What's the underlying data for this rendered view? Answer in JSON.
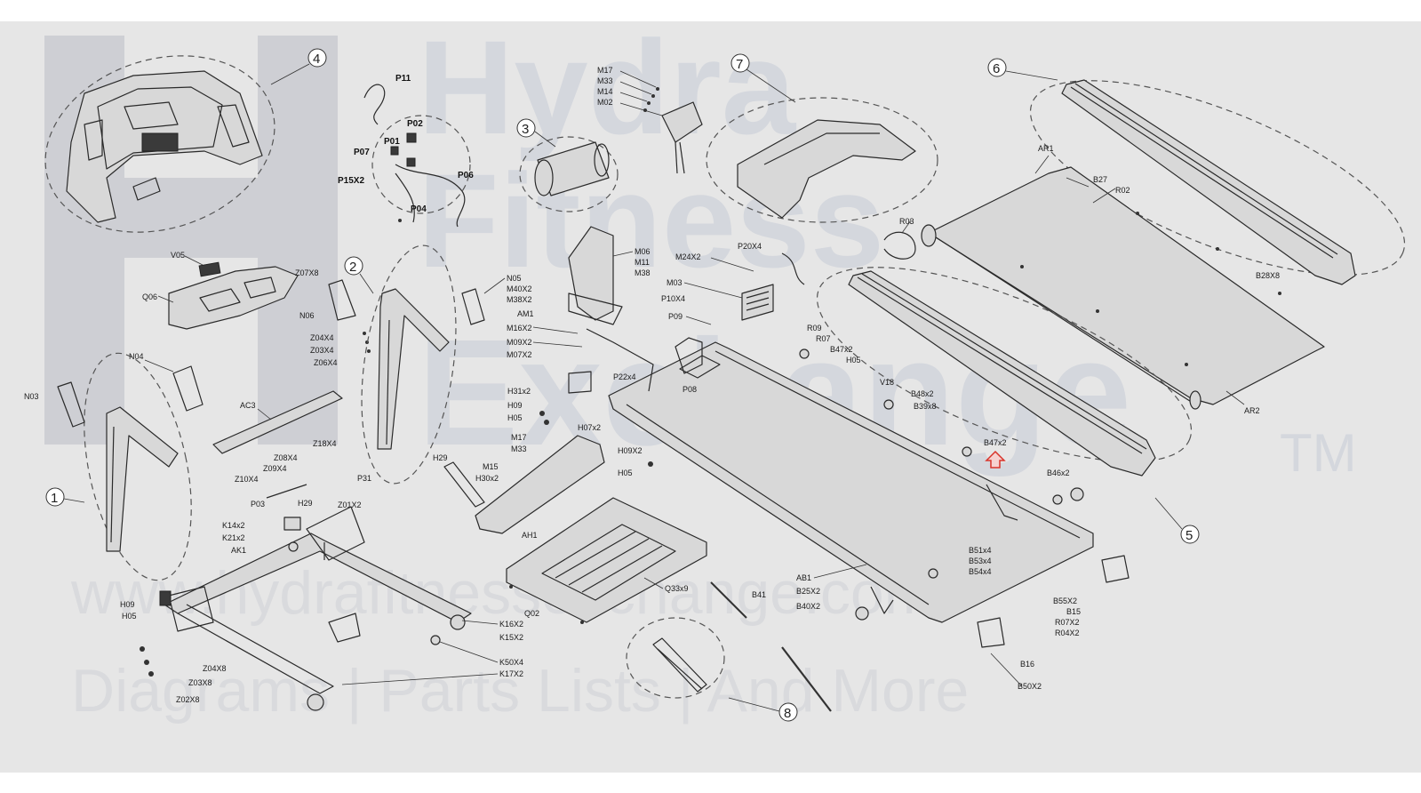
{
  "watermark": {
    "hydra": "Hydra",
    "fitness": "Fitness",
    "exchange": "Exchange",
    "trademark": "TM",
    "url": "www.hydrafitnessexchange.com",
    "tagline": "Diagrams | Parts Lists | And More"
  },
  "assembly_groups": [
    "1",
    "2",
    "3",
    "4",
    "5",
    "6",
    "7",
    "8"
  ],
  "labels": {
    "P11": "P11",
    "P02": "P02",
    "P01": "P01",
    "P07": "P07",
    "P06": "P06",
    "P15X2": "P15X2",
    "P04": "P04",
    "M17a": "M17",
    "M33a": "M33",
    "M14": "M14",
    "M02": "M02",
    "AR1": "AR1",
    "B27": "B27",
    "R02": "R02",
    "R03": "R03",
    "P20X4": "P20X4",
    "B28X8": "B28X8",
    "AR2": "AR2",
    "V05": "V05",
    "Z07X8": "Z07X8",
    "Q06": "Q06",
    "N06": "N06",
    "Z04X4a": "Z04X4",
    "Z03X4": "Z03X4",
    "Z06X4": "Z06X4",
    "N05": "N05",
    "M40X2": "M40X2",
    "M38X2": "M38X2",
    "AM1": "AM1",
    "M16X2": "M16X2",
    "M09X2a": "M09X2",
    "M07X2": "M07X2",
    "M06": "M06",
    "M11": "M11",
    "M38": "M38",
    "M24X2": "M24X2",
    "M03": "M03",
    "P10X4": "P10X4",
    "P09": "P09",
    "R09": "R09",
    "R07": "R07",
    "B47x2a": "B47x2",
    "H05a": "H05",
    "V18": "V18",
    "P08": "P08",
    "B48x2": "B48x2",
    "B39x8": "B39x8",
    "B47x2b": "B47x2",
    "B46x2": "B46x2",
    "N04": "N04",
    "N03": "N03",
    "AC3": "AC3",
    "Z18X4": "Z18X4",
    "Z08X4": "Z08X4",
    "Z09X4": "Z09X4",
    "Z10X4": "Z10X4",
    "P31": "P31",
    "P03": "P03",
    "H31x2": "H31x2",
    "H09a": "H09",
    "H05b": "H05",
    "P22x4": "P22x4",
    "H07x2": "H07x2",
    "M17b": "M17",
    "M33b": "M33",
    "H09X2": "H09X2",
    "H05c": "H05",
    "H29a": "H29",
    "M15": "M15",
    "H30x2": "H30x2",
    "AH1": "AH1",
    "H29b": "H29",
    "Z01X2": "Z01X2",
    "K14x2": "K14x2",
    "K21x2": "K21x2",
    "AK1": "AK1",
    "H09b": "H09",
    "H05d": "H05",
    "Z04X8": "Z04X8",
    "Z03X8": "Z03X8",
    "Z02X8": "Z02X8",
    "K16X2": "K16X2",
    "K15X2": "K15X2",
    "K50X4": "K50X4",
    "K17X2": "K17X2",
    "Q02": "Q02",
    "Q33x9": "Q33x9",
    "B41": "B41",
    "AB1": "AB1",
    "B25X2": "B25X2",
    "B40X2": "B40X2",
    "B51x4": "B51x4",
    "B53x4": "B53x4",
    "B54x4": "B54x4",
    "B55X2": "B55X2",
    "B15": "B15",
    "R07X2": "R07X2",
    "R04X2": "R04X2",
    "B16": "B16",
    "B50X2": "B50X2"
  },
  "colors": {
    "background": "#e6e6e6",
    "watermark": "#c3c8d2",
    "highlight_arrow": "#d9342b"
  }
}
